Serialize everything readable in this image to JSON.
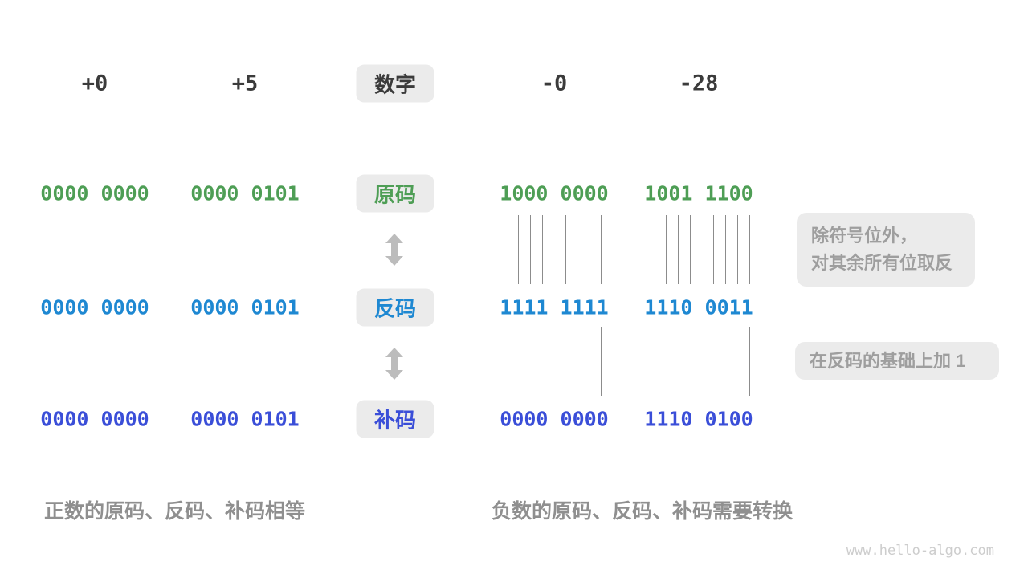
{
  "title_row": {
    "label": "数字",
    "values": [
      "+0",
      "+5",
      "-0",
      "-28"
    ]
  },
  "code_rows": [
    {
      "id": "sign-magnitude",
      "label": "原码",
      "color": "#4e9e55",
      "values": [
        "0000 0000",
        "0000 0101",
        "1000 0000",
        "1001 1100"
      ]
    },
    {
      "id": "ones-complement",
      "label": "反码",
      "color": "#1e88d2",
      "values": [
        "0000 0000",
        "0000 0101",
        "1111 1111",
        "1110 0011"
      ]
    },
    {
      "id": "twos-complement",
      "label": "补码",
      "color": "#3a4ed8",
      "values": [
        "0000 0000",
        "0000 0101",
        "0000 0000",
        "1110 0100"
      ]
    }
  ],
  "annotations": {
    "invert": {
      "line1": "除符号位外，",
      "line2": "对其余所有位取反"
    },
    "add_one": "在反码的基础上加 1"
  },
  "captions": {
    "positive": "正数的原码、反码、补码相等",
    "negative": "负数的原码、反码、补码需要转换"
  },
  "watermark": "www.hello-algo.com",
  "colors": {
    "sign_magnitude": "#4e9e55",
    "ones_complement": "#1e88d2",
    "twos_complement": "#3a4ed8",
    "header_text": "#3b3b3b",
    "label_box_bg": "#ebebeb",
    "annotation_text": "#9e9e9e",
    "caption_text": "#8f8f8f",
    "connector_line": "#8c8c8c",
    "arrow": "#bcbcbc",
    "watermark_text": "#cdcdcd"
  }
}
